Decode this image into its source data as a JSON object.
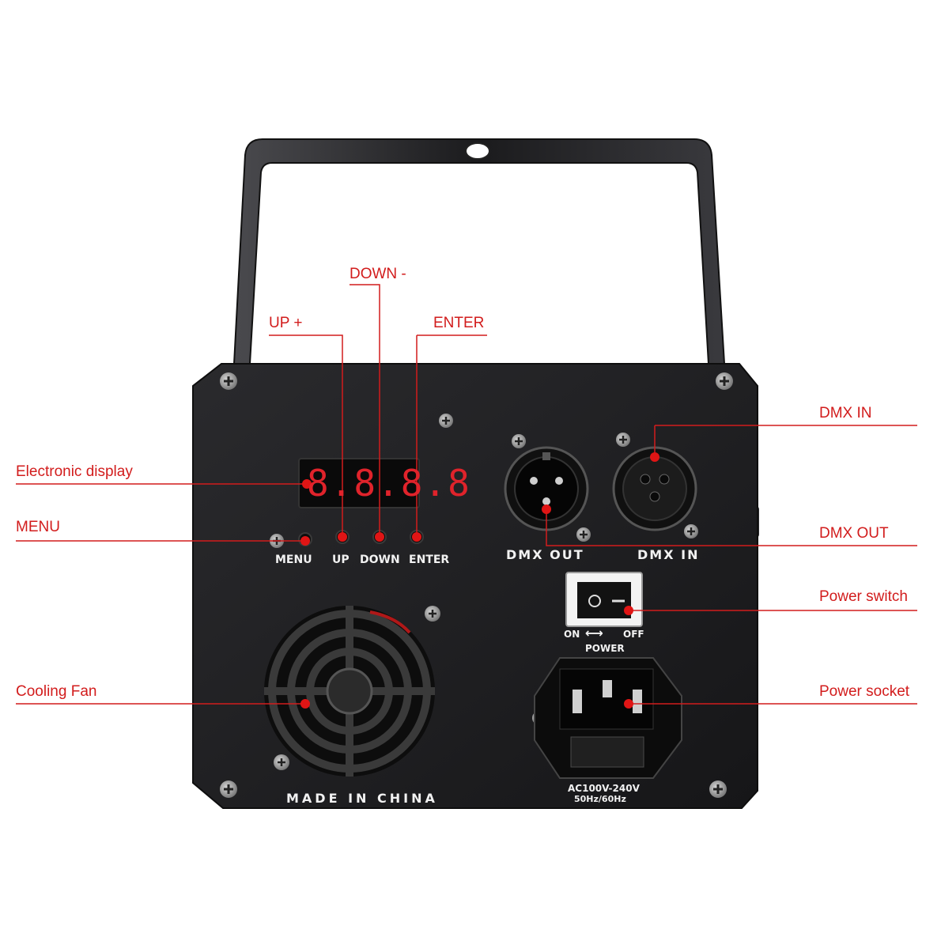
{
  "callouts": {
    "down": "DOWN -",
    "up": "UP +",
    "enter": "ENTER",
    "electronic_display": "Electronic display",
    "menu": "MENU",
    "cooling_fan": "Cooling Fan",
    "dmx_in": "DMX IN",
    "dmx_out": "DMX OUT",
    "power_switch": "Power switch",
    "power_socket": "Power socket"
  },
  "panel": {
    "display": "8.8.8.8",
    "btn_menu": "MENU",
    "btn_up": "UP",
    "btn_down": "DOWN",
    "btn_enter": "ENTER",
    "dmx_out": "DMX OUT",
    "dmx_in": "DMX IN",
    "switch_on": "ON",
    "switch_off": "OFF",
    "power": "POWER",
    "voltage": "AC100V-240V",
    "frequency": "50Hz/60Hz",
    "made_in": "MADE IN CHINA"
  },
  "colors": {
    "callout": "#d21c1c",
    "panel": "#1c1c1e",
    "display_segment": "#e0232b"
  }
}
